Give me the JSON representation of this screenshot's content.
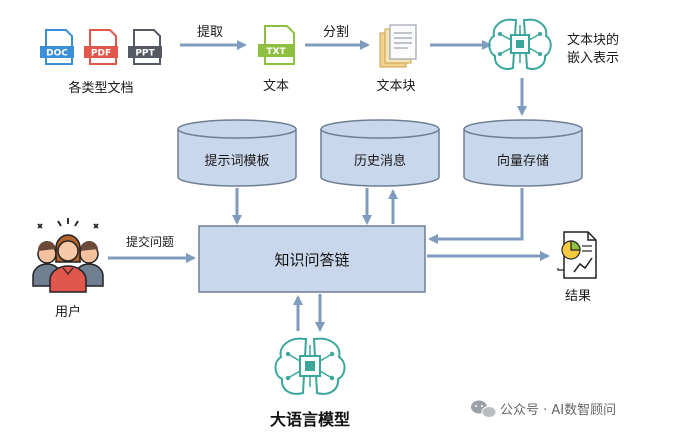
{
  "labels": {
    "docs": "各类型文档",
    "extract": "提取",
    "text": "文本",
    "split": "分割",
    "chunks": "文本块",
    "embed_line1": "文本块的",
    "embed_line2": "嵌入表示",
    "prompt_template": "提示词模板",
    "history": "历史消息",
    "vector_store": "向量存储",
    "submit_question": "提交问题",
    "qa_chain": "知识问答链",
    "user": "用户",
    "result": "结果",
    "llm": "大语言模型"
  },
  "doc_tags": {
    "doc": "DOC",
    "pdf": "PDF",
    "ppt": "PPT",
    "txt": "TXT"
  },
  "watermark": "公众号 · AI数智顾问",
  "colors": {
    "arrow": "#7f9bbd",
    "box_fill": "#c9d7ec",
    "box_stroke": "#6e7e93",
    "doc_blue": "#3b8ed8",
    "pdf_red": "#e2574c",
    "ppt_dark": "#555a62",
    "txt_green": "#8fbf3f",
    "brain_teal": "#3aa79a"
  }
}
